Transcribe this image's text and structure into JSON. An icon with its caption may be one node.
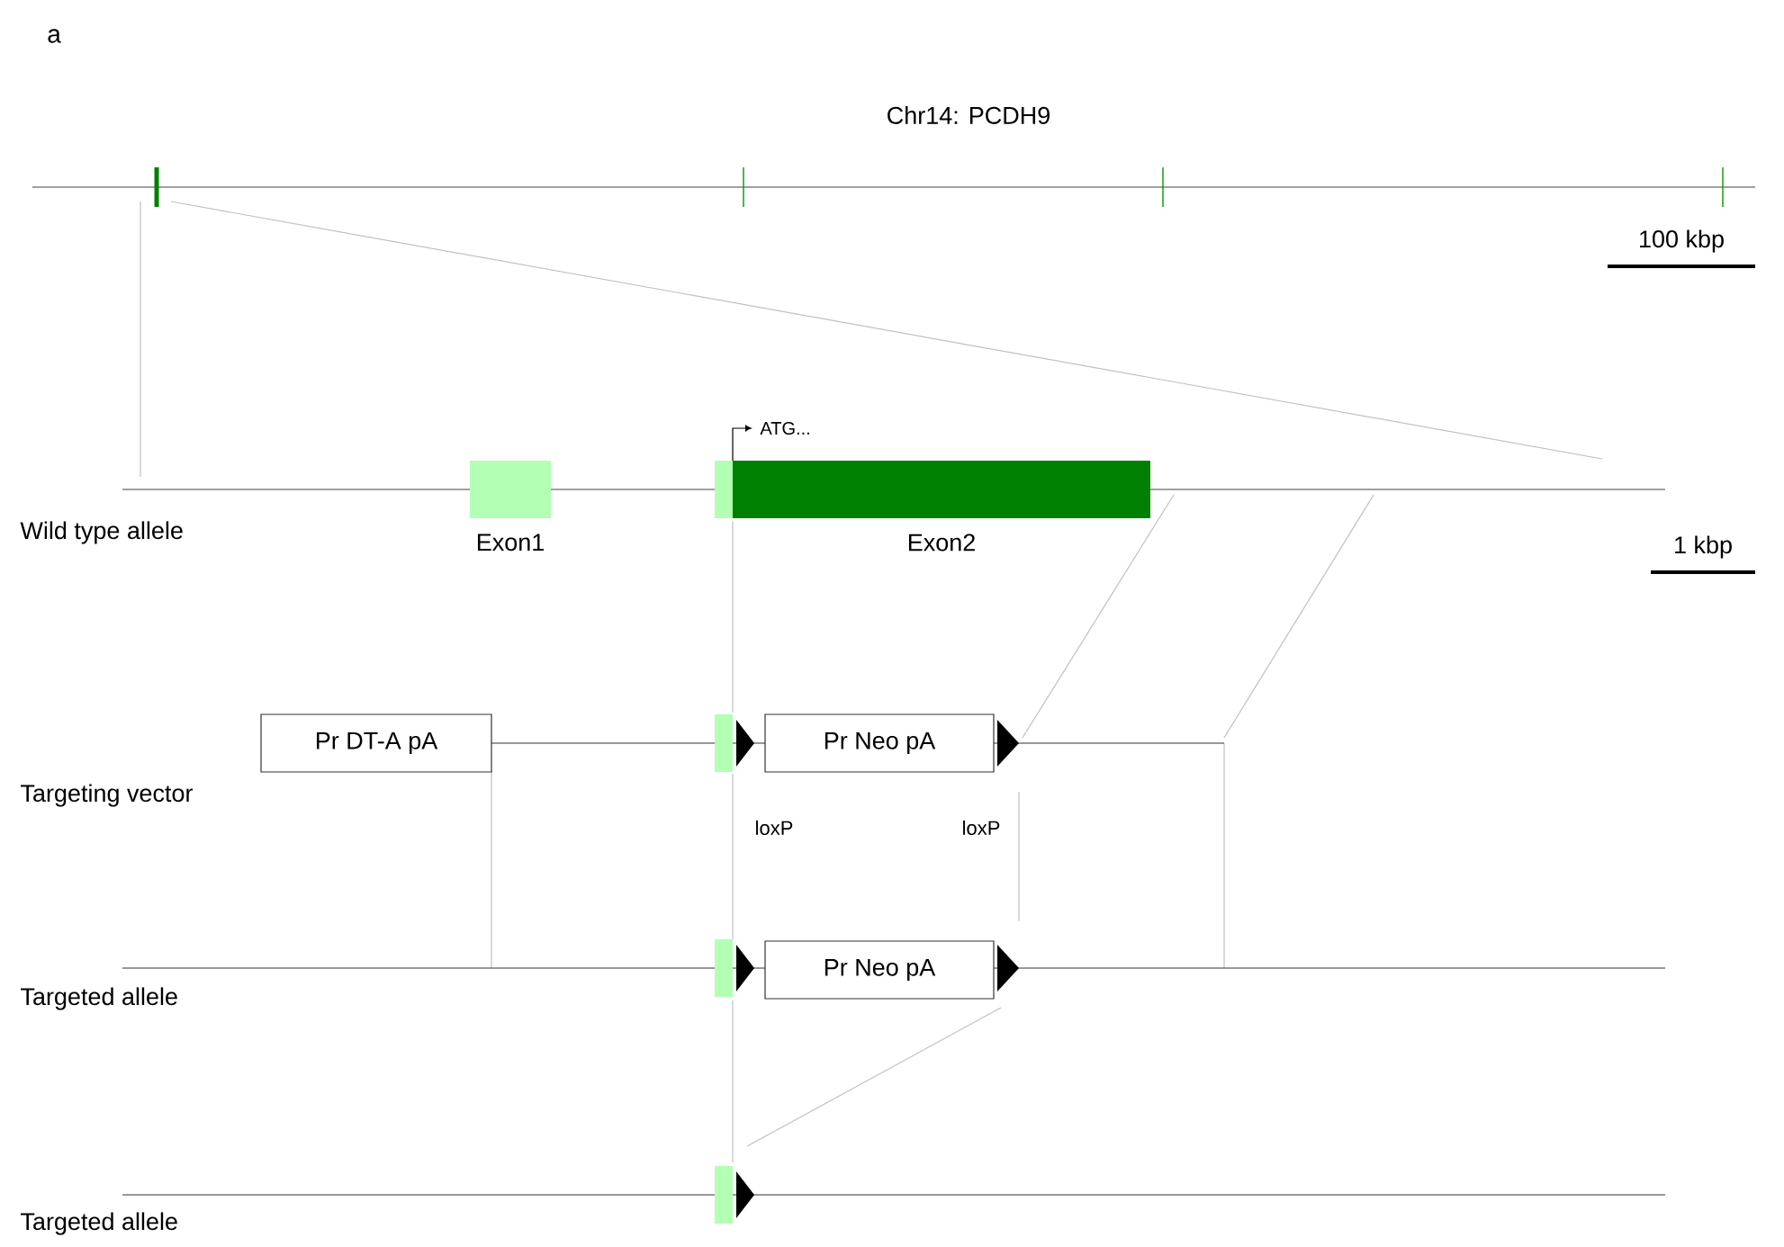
{
  "diagram": {
    "nodes": [
      {
        "text": [
          "Exon1"
        ]
      },
      {
        "text": [
          "Exon2"
        ]
      },
      {
        "text": [
          "Pr DT-A pA"
        ]
      },
      {
        "text": [
          "Pr Neo pA"
        ]
      },
      {
        "text": [
          "Pr Neo pA"
        ]
      }
    ],
    "labels": [
      "a",
      "Chr14: PCDH9",
      "100 kbp",
      "ATG...",
      "Wild type allele",
      "1 kbp",
      "Targeting vector",
      "loxP",
      "loxP",
      "Targeted allele",
      "Targeted allele"
    ]
  }
}
